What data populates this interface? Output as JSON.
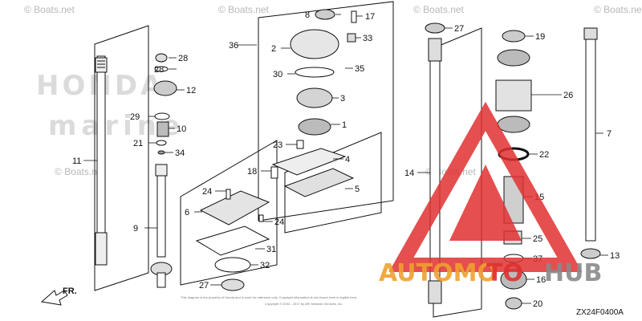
{
  "watermarks": {
    "site_1": "© Boats.net",
    "site_2": "© Boats.net",
    "site_3": "© Boats.net",
    "site_4": "© Boats.net",
    "site_5": "© Boats.net",
    "site_6": "© Boats.net",
    "logo_line_1": "HONDA",
    "logo_line_2": "marine",
    "overlay_brand_left": "AUTOMO",
    "overlay_brand_mid": "TO",
    "overlay_brand_right": "HUB"
  },
  "diagram_ref": "ZX24F0400A",
  "copyright_line_1": "This diagram is the property of Honda and is used for reference only. Copyright information is not shown here in legible form.",
  "copyright_line_2": "Copyright © 2004 - 2017 by ARI Network Services, Inc.",
  "direction_label": "FR.",
  "callouts": {
    "c1": "1",
    "c2": "2",
    "c3": "3",
    "c4": "4",
    "c5": "5",
    "c6": "6",
    "c7": "7",
    "c8": "8",
    "c9": "9",
    "c10": "10",
    "c11": "11",
    "c12": "12",
    "c13": "13",
    "c14": "14",
    "c15": "15",
    "c16": "16",
    "c17": "17",
    "c18": "18",
    "c19": "19",
    "c20": "20",
    "c21": "21",
    "c22": "22",
    "c23": "23",
    "c24a": "24",
    "c24b": "24",
    "c25": "25",
    "c26": "26",
    "c27a": "27",
    "c27b": "27",
    "c28": "28",
    "c29": "29",
    "c30": "30",
    "c31": "31",
    "c32": "32",
    "c33": "33",
    "c34": "34",
    "c35": "35",
    "c36": "36",
    "c37": "37"
  },
  "colors": {
    "line": "#111111",
    "watermark": "#bdbdbd",
    "overlay_red": "#e03030",
    "overlay_orange": "#f0a030",
    "overlay_grey": "#8a8a8a"
  }
}
